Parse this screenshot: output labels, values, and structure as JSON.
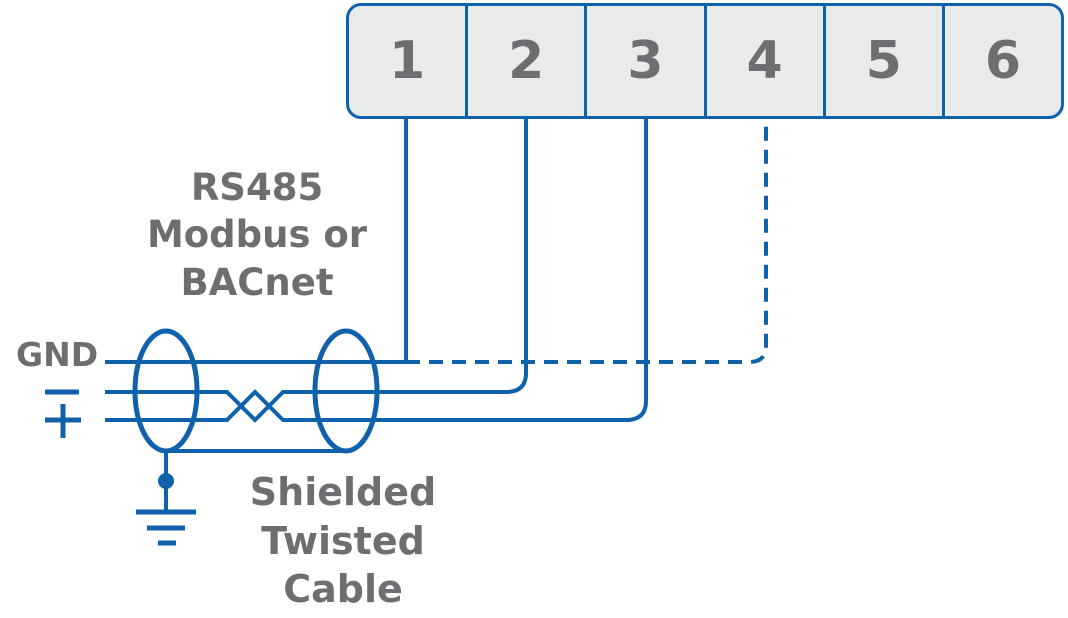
{
  "colors": {
    "wire_blue": "#1061ac",
    "label_gray": "#6d6e71",
    "terminal_fill": "#e9eaea",
    "background": "#ffffff"
  },
  "terminal_block": {
    "terminals": [
      "1",
      "2",
      "3",
      "4",
      "5",
      "6"
    ]
  },
  "labels": {
    "gnd": "GND",
    "bus_line1": "RS485",
    "bus_line2": "Modbus or",
    "bus_line3": "BACnet",
    "cable_line1": "Shielded",
    "cable_line2": "Twisted",
    "cable_line3": "Cable"
  },
  "symbols": {
    "minus": "−",
    "plus": "+",
    "ground": "earth-ground",
    "shield": "cable-shield-ellipses",
    "twist": "twisted-pair-crossover"
  },
  "wires": [
    {
      "terminal": "1",
      "line_style": "solid",
      "signal": "GND / shield"
    },
    {
      "terminal": "2",
      "line_style": "solid",
      "signal": "−"
    },
    {
      "terminal": "3",
      "line_style": "solid",
      "signal": "+"
    },
    {
      "terminal": "4",
      "line_style": "dashed",
      "signal": "GND"
    }
  ]
}
